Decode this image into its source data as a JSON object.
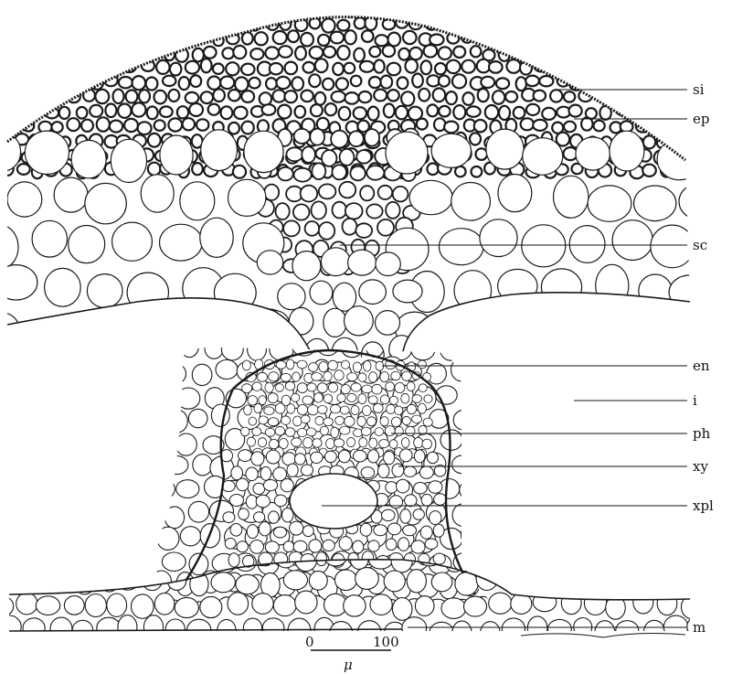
{
  "labels": {
    "si": "si",
    "ep": "ep",
    "sc": "sc",
    "en": "en",
    "i": "i",
    "ph": "ph",
    "xy": "xy",
    "xpl": "xpl",
    "m": "m"
  },
  "scale_bar": {
    "start": "0",
    "end": "100",
    "unit": "μ"
  },
  "colors": {
    "ink": "#1a1a1a",
    "background": "#ffffff"
  }
}
